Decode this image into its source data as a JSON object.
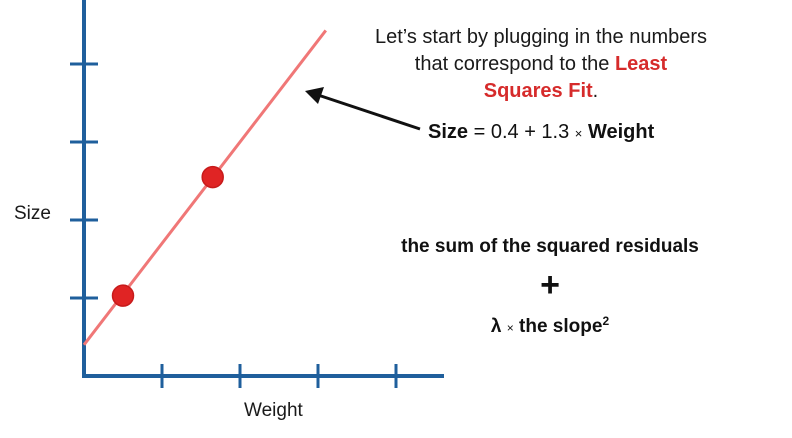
{
  "chart_data": {
    "type": "scatter",
    "xlabel": "Weight",
    "ylabel": "Size",
    "xlim": [
      0,
      4.5
    ],
    "ylim": [
      0,
      5
    ],
    "x_ticks": [
      1,
      2,
      3,
      4
    ],
    "y_ticks": [
      1,
      2,
      3,
      4
    ],
    "tick_labels_shown": false,
    "grid": false,
    "points": [
      {
        "x": 0.5,
        "y": 1.03
      },
      {
        "x": 1.65,
        "y": 2.55
      }
    ],
    "fit_line": {
      "intercept": 0.4,
      "slope": 1.3,
      "x_range": [
        0,
        3.1
      ]
    },
    "colors": {
      "axis": "#1f5f9c",
      "line": "#f07777",
      "point": "#e02424",
      "point_edge": "#c71b1b"
    }
  },
  "annotations": {
    "intro_line1": "Let’s start by plugging in the numbers",
    "intro_line2_prefix": "that correspond to the",
    "intro_highlight_1": "Least",
    "intro_highlight_2": "Squares Fit",
    "intro_suffix": ".",
    "highlight_color": "#d62b2b",
    "equation": {
      "lhs": "Size",
      "middle": "= 0.4 + 1.3",
      "times": "×",
      "rhs": "Weight"
    },
    "penalty_line1": "the sum of the squared residuals",
    "plus": "+",
    "lambda": "λ",
    "times": "×",
    "slope_text": "the slope",
    "squared": "2"
  }
}
